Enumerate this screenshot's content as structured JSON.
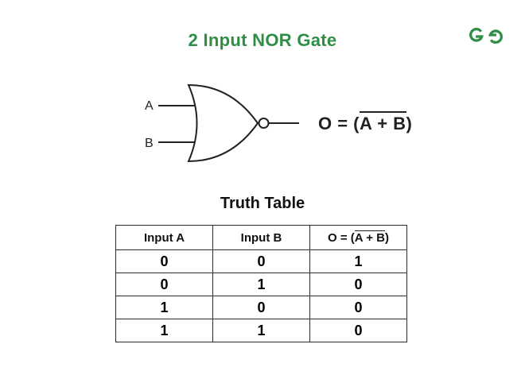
{
  "title": "2 Input NOR Gate",
  "colors": {
    "accent_green": "#2f8d46",
    "ink": "#222222"
  },
  "gate": {
    "input_a_label": "A",
    "input_b_label": "B",
    "equation": {
      "prefix": "O = (",
      "overline": "A + B",
      "suffix": ")"
    }
  },
  "truth_table": {
    "heading": "Truth Table",
    "headers": {
      "a": "Input A",
      "b": "Input B",
      "o_prefix": "O = (",
      "o_overline": "A + B",
      "o_suffix": ")"
    },
    "rows": [
      [
        "0",
        "0",
        "1"
      ],
      [
        "0",
        "1",
        "0"
      ],
      [
        "1",
        "0",
        "0"
      ],
      [
        "1",
        "1",
        "0"
      ]
    ]
  }
}
